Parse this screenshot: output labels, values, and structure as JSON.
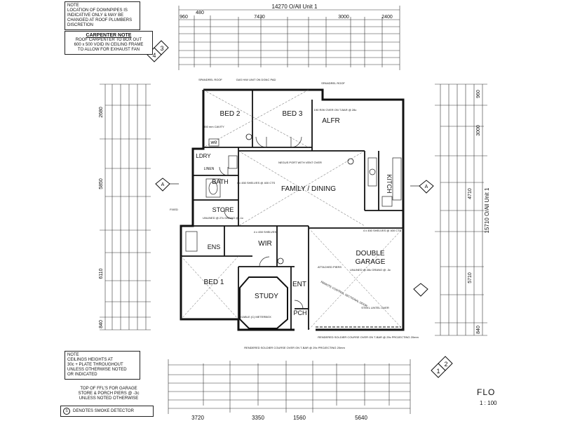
{
  "notes": {
    "downpipes": [
      "NOTE",
      "LOCATION OF DOWNPIPES IS",
      "INDICATIVE ONLY & MAY BE",
      "CHANGED AT ROOF PLUMBERS",
      "DISCRETION"
    ],
    "carpenter_title": "CARPENTER NOTE",
    "carpenter": [
      "ROOF CARPENTER TO BOX OUT",
      "600 x 500 VOID IN CEILING FRAME",
      "TO ALLOW FOR EXHAUST FAN"
    ],
    "ceilings": [
      "NOTE",
      "CEILINGS HEIGHTS AT",
      "30c + PLATE THROUGHOUT",
      "UNLESS OTHERWISE NOTED",
      "OR INDICATED"
    ],
    "ffl": [
      "TOP OF FFL'S FOR GARAGE",
      "STORE & PORCH PIERS @ -3c",
      "UNLESS NOTED OTHERWISE"
    ],
    "smoke_symbol": "S",
    "smoke": "DENOTES SMOKE DETECTOR"
  },
  "title": {
    "text": "FLO",
    "scale": "1 : 100"
  },
  "dims": {
    "top_overall": "14270 O/All Unit 1",
    "right_overall": "15710 O/All Unit 1",
    "top_row1": [
      "960",
      "480",
      "7430",
      "3000",
      "2400"
    ],
    "bottom_row": [
      "3720",
      "3350",
      "1560",
      "5640"
    ],
    "left_row": [
      "2680",
      "5850",
      "6110",
      "840"
    ],
    "right_row": [
      "960",
      "3000",
      "4710",
      "5710",
      "840"
    ]
  },
  "section_markers": [
    "4",
    "3",
    "1",
    "2",
    "A",
    "A"
  ],
  "rooms": {
    "bed2": "BED 2",
    "bed3": "BED 3",
    "alfr": "ALFR",
    "ldry": "LDRY",
    "bath": "BATH",
    "store": "STORE",
    "family": "FAMILY / DINING",
    "kitch": "KITCH",
    "ens": "ENS",
    "wir": "WIR",
    "garage1": "DOUBLE",
    "garage2": "GARAGE",
    "bed1": "BED 1",
    "study": "STUDY",
    "ent": "ENT",
    "pch": "PCH",
    "linen": "LINEN",
    "wm": "WM"
  },
  "labels": {
    "spandrel_l": "SPANDREL ROOF",
    "spandrel_r": "SPANDREL ROOF",
    "gas_hw": "GAS H/W UNIT ON DGNC PAD",
    "bed2_cavity": "350 mm CAVITY",
    "alfr_detail": "190 R/W OVER ON T-BAR @ 28c",
    "family_note": "NEGUS PORT WITH VENT OVER",
    "shelves1": "4 x 450 SHELVES @ 400 CTS",
    "shelves2": "4 x 450 SHELVES @ 400 CTS",
    "store_detail": "UNLINED @ 27c GRANO @ -1c",
    "wir_detail": "4 x 450 SHELVES",
    "garage_detail": "UNLINED @ 28c GRANO @ -3c",
    "attached_pier": "ATTACHED PIERS",
    "remote": "REMOTE CONTROL SECTIONAL DOOR",
    "steel_lintel": "STEEL LINTEL OVER",
    "soldier_course1": "RENDERED SOLDIER COURSE OVER ON T-BAR @ 29c PROJECTING 20mm",
    "soldier_course2": "RENDERED SOLDIER COURSE OVER ON T-BAR @ 29c PROJECTING 20mm",
    "gable": "GABLE (C) METERBOX",
    "fixed": "FIXED"
  }
}
